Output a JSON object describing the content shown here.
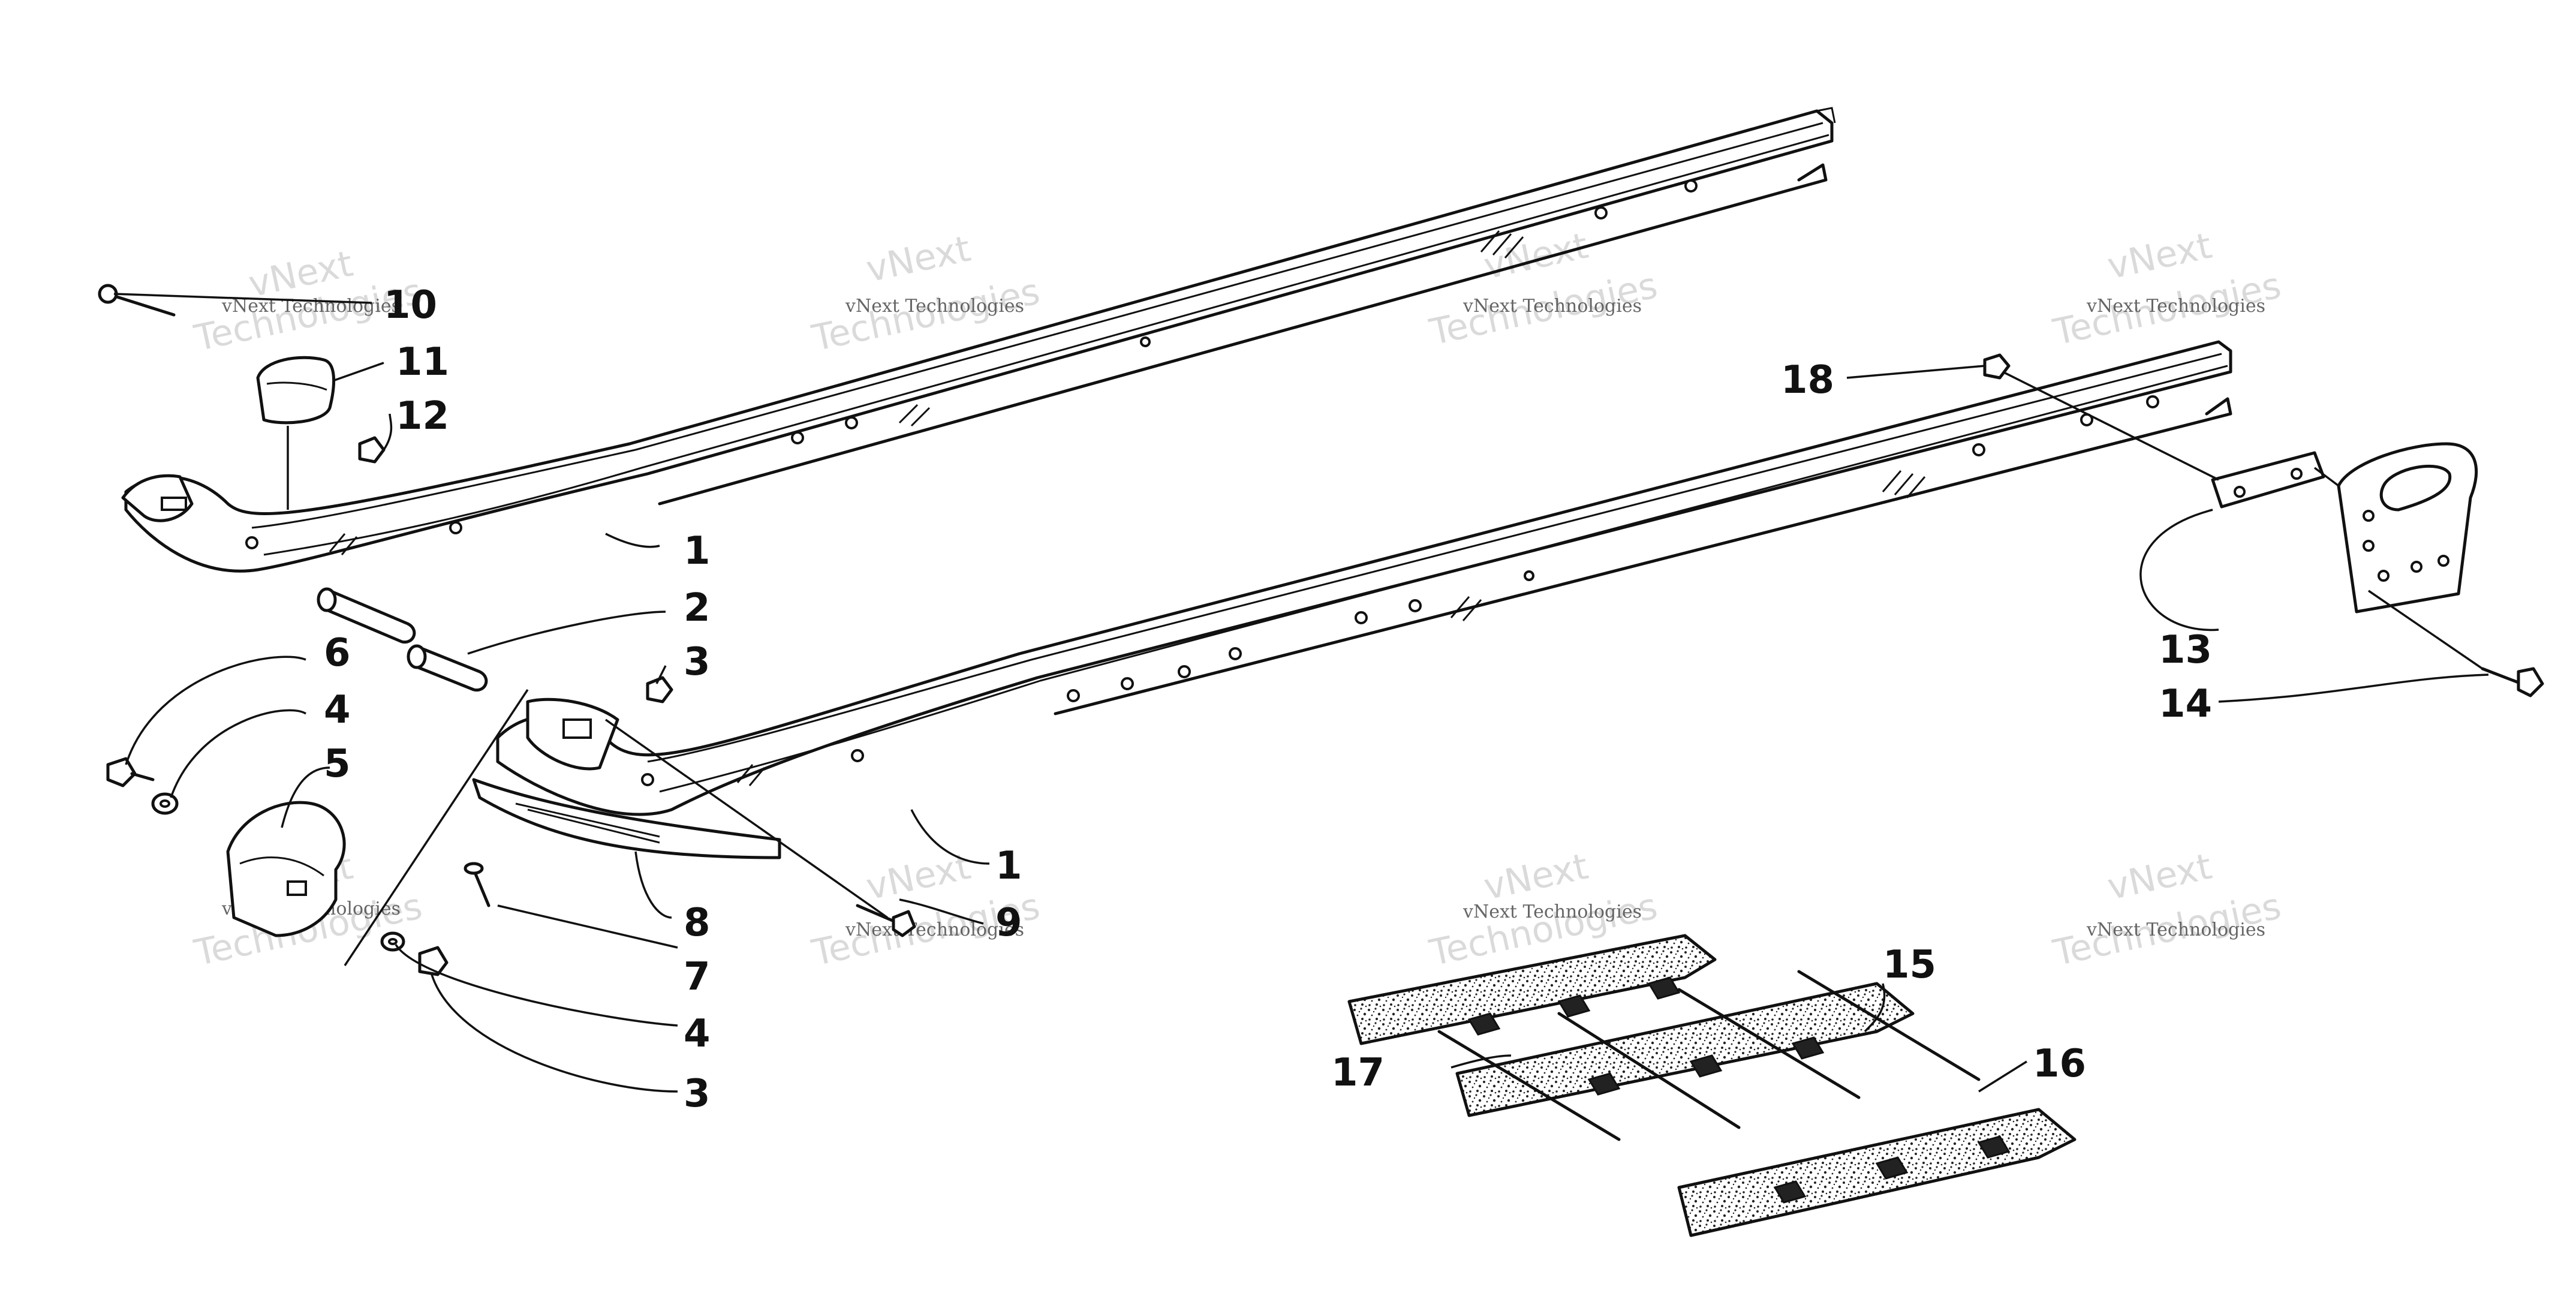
{
  "callouts": [
    "1",
    "2",
    "3",
    "4",
    "5",
    "6",
    "7",
    "8",
    "9",
    "10",
    "11",
    "12",
    "13",
    "14",
    "15",
    "16",
    "17",
    "18"
  ],
  "watermark": {
    "line1": "vNext Technologies",
    "line2": "vNext",
    "line3": "Technologies"
  },
  "colors": {
    "ink": "#111111",
    "paper": "#ffffff",
    "watermark": "#bdbdbd"
  }
}
